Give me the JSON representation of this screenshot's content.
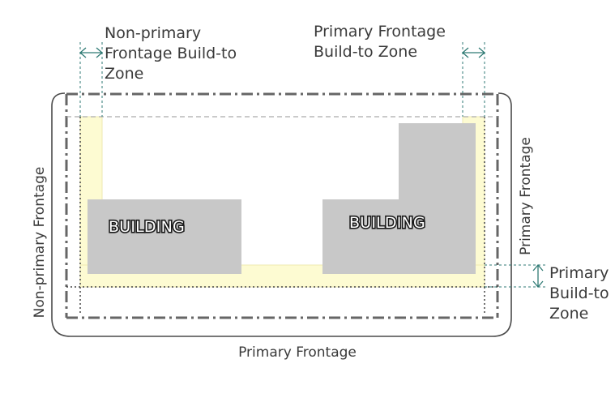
{
  "labels": {
    "nonprimary_bz_line1": "Non-primary",
    "nonprimary_bz_line2": "Frontage Build-to",
    "nonprimary_bz_line3": "Zone",
    "primary_bz_top_line1": "Primary Frontage",
    "primary_bz_top_line2": "Build-to Zone",
    "primary_bz_right_line1": "Primary",
    "primary_bz_right_line2": "Build-to",
    "primary_bz_right_line3": "Zone",
    "left_frontage": "Non-primary Frontage",
    "right_frontage": "Primary Frontage",
    "bottom_frontage": "Primary Frontage",
    "building_left": "BUILDING",
    "building_right": "BUILDING"
  },
  "colors": {
    "build_to_zone_fill": "#fdfbd2",
    "build_to_zone_stroke": "#eeeab0",
    "building_fill": "#c8c8c8",
    "line": "#555555",
    "guide": "#2f7a74"
  }
}
